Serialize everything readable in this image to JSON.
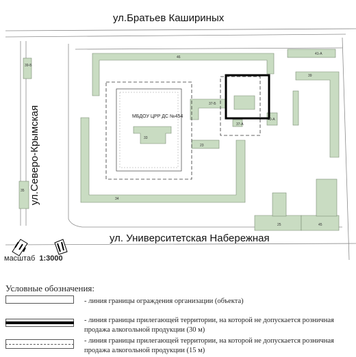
{
  "streets": {
    "top": "ул.Братьев Кашириных",
    "left": "ул.Северо-Крымская",
    "bottom": "ул. Университетская Набережная"
  },
  "organization_label": "МБДОУ ЦРР ДС №454",
  "building_labels": {
    "b1": "46",
    "b2": "41-А",
    "b3": "39-Б",
    "b4": "39",
    "b5": "37-А",
    "b6": "37-Б",
    "b7": "40-А",
    "b8": "35",
    "b9": "33",
    "b10": "34",
    "b11": "23",
    "b12": "25",
    "b13": "45"
  },
  "scale": {
    "label": "масштаб",
    "value": "1:3000"
  },
  "legend": {
    "title": "Условные обозначения:",
    "items": [
      {
        "text": "- линия границы ограждения организации (объекта)"
      },
      {
        "text": "- линия границы прилегающей территории, на которой не допускается розничная продажа алкогольной продукции (30 м)"
      },
      {
        "text": "- линия границы прилегающей территории, на которой не допускается розничная продажа алкогольной продукции (15 м)"
      }
    ]
  },
  "colors": {
    "building_fill": "#c9dcc2",
    "building_stroke": "#7a8a74",
    "zone_30m": "#000000"
  }
}
